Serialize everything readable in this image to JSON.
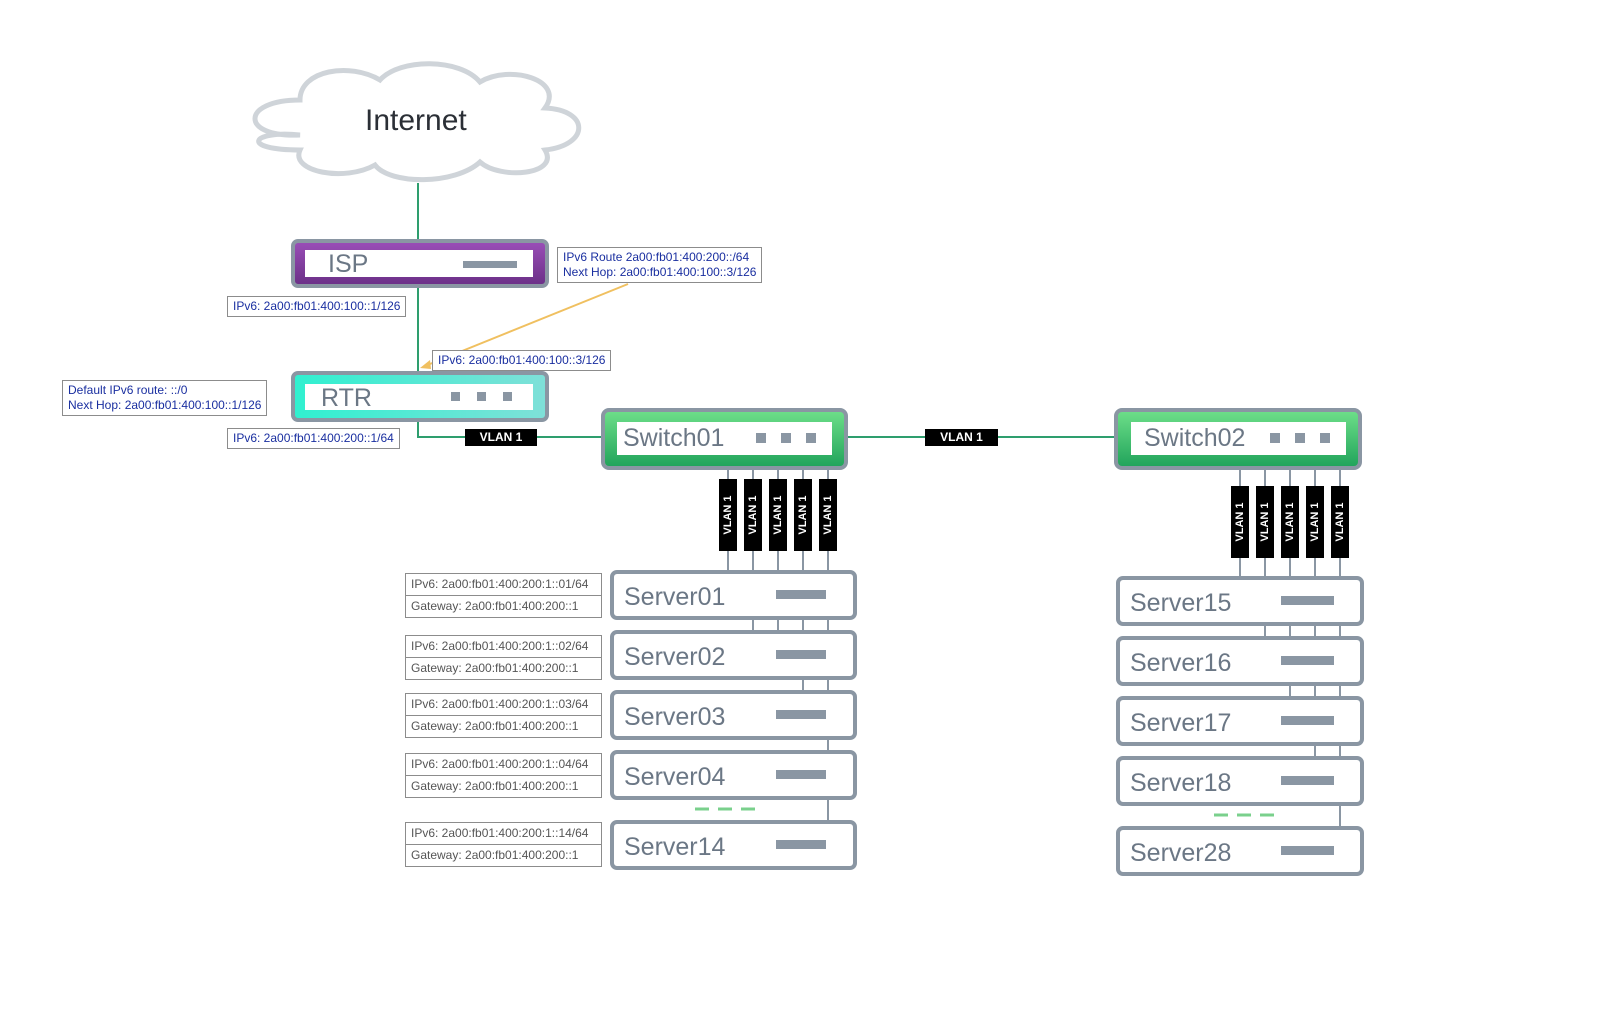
{
  "cloud": {
    "label": "Internet"
  },
  "isp": {
    "name": "ISP"
  },
  "rtr": {
    "name": "RTR"
  },
  "switch01": {
    "name": "Switch01"
  },
  "switch02": {
    "name": "Switch02"
  },
  "notes": {
    "isp_ipv6": "IPv6: 2a00:fb01:400:100::1/126",
    "route_line1": "IPv6 Route 2a00:fb01:400:200::/64",
    "route_line2": "Next Hop: 2a00:fb01:400:100::3/126",
    "rtr_wan_ipv6": "IPv6: 2a00:fb01:400:100::3/126",
    "default_line1": "Default IPv6 route: ::/0",
    "default_line2": "Next Hop: 2a00:fb01:400:100::1/126",
    "rtr_lan_ipv6": "IPv6: 2a00:fb01:400:200::1/64"
  },
  "vlan_label": "VLAN 1",
  "left_servers": [
    {
      "name": "Server01",
      "ipv6": "IPv6: 2a00:fb01:400:200:1::01/64",
      "gateway": "Gateway: 2a00:fb01:400:200::1"
    },
    {
      "name": "Server02",
      "ipv6": "IPv6: 2a00:fb01:400:200:1::02/64",
      "gateway": "Gateway: 2a00:fb01:400:200::1"
    },
    {
      "name": "Server03",
      "ipv6": "IPv6: 2a00:fb01:400:200:1::03/64",
      "gateway": "Gateway: 2a00:fb01:400:200::1"
    },
    {
      "name": "Server04",
      "ipv6": "IPv6: 2a00:fb01:400:200:1::04/64",
      "gateway": "Gateway: 2a00:fb01:400:200::1"
    },
    {
      "name": "Server14",
      "ipv6": "IPv6: 2a00:fb01:400:200:1::14/64",
      "gateway": "Gateway: 2a00:fb01:400:200::1"
    }
  ],
  "right_servers": [
    {
      "name": "Server15"
    },
    {
      "name": "Server16"
    },
    {
      "name": "Server17"
    },
    {
      "name": "Server18"
    },
    {
      "name": "Server28"
    }
  ],
  "colors": {
    "link": "#2e9e6e",
    "route_arrow": "#f0c060",
    "isp": "#7b3a96",
    "rtr": "#3fe0c8",
    "switch": "#35b86a",
    "device_border": "#8a96a3",
    "note_text": "#1a2fa0"
  }
}
